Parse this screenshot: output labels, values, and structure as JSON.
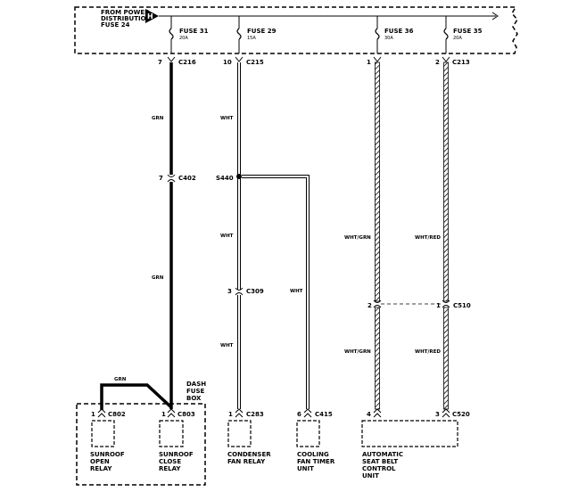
{
  "power_box": {
    "label_lines": [
      "FROM POWER",
      "DISTRIBUTION",
      "FUSE 24"
    ],
    "hot_symbol": "H"
  },
  "fuses": [
    {
      "name": "FUSE 31",
      "rating": "20A"
    },
    {
      "name": "FUSE 29",
      "rating": "15A"
    },
    {
      "name": "FUSE 36",
      "rating": "30A"
    },
    {
      "name": "FUSE 35",
      "rating": "20A"
    }
  ],
  "connectors": {
    "c216": {
      "pin": "7",
      "id": "C216"
    },
    "c215": {
      "pin": "10",
      "id": "C215"
    },
    "c213_1": {
      "pin": "1"
    },
    "c213_2": {
      "pin": "2",
      "id": "C213"
    },
    "c402": {
      "pin": "7",
      "id": "C402"
    },
    "s440": {
      "id": "S440"
    },
    "c309": {
      "pin": "3",
      "id": "C309"
    },
    "c510_2": {
      "pin": "2"
    },
    "c510_1": {
      "pin": "1",
      "id": "C510"
    },
    "c802": {
      "pin": "1",
      "id": "C802"
    },
    "c803": {
      "pin": "1",
      "id": "C803"
    },
    "c283": {
      "pin": "1",
      "id": "C283"
    },
    "c415": {
      "pin": "6",
      "id": "C415"
    },
    "c520_4": {
      "pin": "4"
    },
    "c520_3": {
      "pin": "3",
      "id": "C520"
    }
  },
  "wire_colors": {
    "grn_top": "GRN",
    "grn_mid": "GRN",
    "grn_jumper": "GRN",
    "wht_top": "WHT",
    "wht_mid": "WHT",
    "wht_low": "WHT",
    "wht_branch": "WHT",
    "whtgrn_top": "WHT/GRN",
    "whtgrn_low": "WHT/GRN",
    "whtred_top": "WHT/RED",
    "whtred_low": "WHT/RED"
  },
  "dash_fuse_box": [
    "DASH",
    "FUSE",
    "BOX"
  ],
  "components": {
    "sunroof_open": [
      "SUNROOF",
      "OPEN",
      "RELAY"
    ],
    "sunroof_close": [
      "SUNROOF",
      "CLOSE",
      "RELAY"
    ],
    "condenser": [
      "CONDENSER",
      "FAN RELAY"
    ],
    "cooling": [
      "COOLING",
      "FAN TIMER",
      "UNIT"
    ],
    "seatbelt": [
      "AUTOMATIC",
      "SEAT BELT",
      "CONTROL",
      "UNIT"
    ]
  },
  "colors": {
    "ink": "#000000",
    "paper": "#ffffff"
  }
}
